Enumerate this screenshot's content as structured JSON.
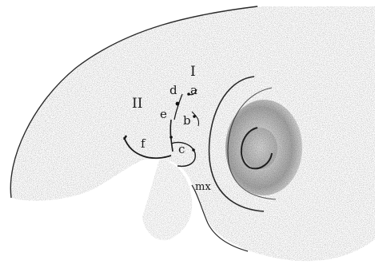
{
  "figure": {
    "region_labels": {
      "first": "I",
      "second": "II"
    },
    "letter_labels": {
      "a": "a",
      "b": "b",
      "c": "c",
      "d": "d",
      "e": "e",
      "f": "f"
    },
    "mx_label": "mx"
  },
  "style": {
    "ink": "#1a1a1a",
    "paper": "#ffffff"
  }
}
